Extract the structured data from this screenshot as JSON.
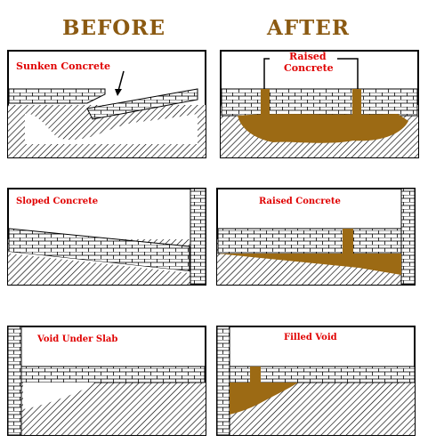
{
  "headings": {
    "before": "BEFORE",
    "after": "AFTER"
  },
  "panels": {
    "sunken": {
      "label": "Sunken Concrete"
    },
    "raised_top": {
      "label_line1": "Raised",
      "label_line2": "Concrete"
    },
    "sloped": {
      "label": "Sloped Concrete"
    },
    "raised_mid": {
      "label": "Raised Concrete"
    },
    "void": {
      "label": "Void Under Slab"
    },
    "filled": {
      "label": "Filled Void"
    }
  },
  "colors": {
    "heading": "#8b5a12",
    "label": "#e00000",
    "fill": "#9c6a14",
    "outline": "#000000"
  }
}
